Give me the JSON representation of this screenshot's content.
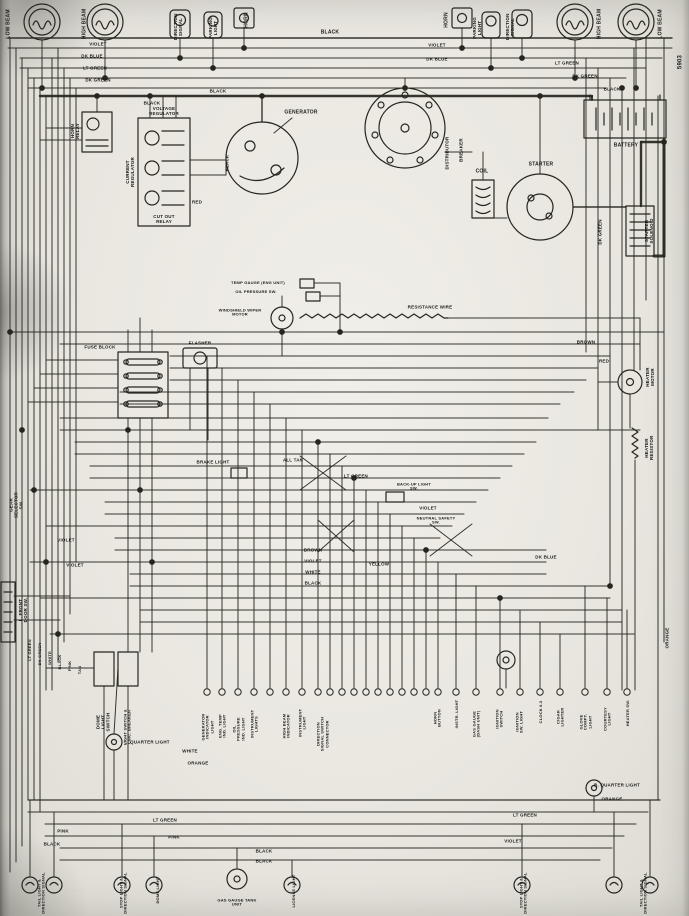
{
  "colors": {
    "paper": "#e9e7e0",
    "ink": "#26261f"
  },
  "diagram": {
    "labels": {
      "low_beam_left": "LOW BEAM",
      "high_beam_left": "HIGH BEAM",
      "direction_signal_left": "DIRECTION SIGNAL",
      "parking_light_left": "PARKING LIGHT",
      "horn_left": "HORN",
      "horn_right": "HORN",
      "parking_light_right": "PARKING LIGHT",
      "direction_signal_right": "DIRECTION SIGNAL",
      "high_beam_right": "HIGH BEAM",
      "low_beam_right": "LOW BEAM",
      "sheet_number": "5903",
      "wire_black_top": "BLACK",
      "wire_violet_top_right": "VIOLET",
      "wire_dk_blue_top_right": "DK BLUE",
      "wire_lt_green_top_right": "LT GREEN",
      "wire_dk_green_top_right": "DK GREEN",
      "wire_violet_top_left": "VIOLET",
      "wire_dk_blue_top_left": "DK BLUE",
      "wire_lt_green_top_left": "LT GREEN",
      "wire_dk_green_top_left": "DK GREEN",
      "wire_black_left": "BLACK",
      "wire_black_right": "BLACK",
      "wire_black_regulator": "BLACK",
      "horn_relay": "HORN RELAY",
      "voltage_regulator": "VOLTAGE REGULATOR",
      "current_regulator": "CURRENT REGULATOR",
      "cutout_relay": "CUT OUT RELAY",
      "wire_red_regulator": "RED",
      "generator": "GENERATOR",
      "wire_black_generator": "BLACK",
      "battery": "BATTERY",
      "distributor": "DISTRIBUTOR",
      "breaker": "BREAKER",
      "coil": "COIL",
      "starter": "STARTER",
      "starter_solenoid": "STARTER SOLENOID",
      "wire_dk_green_right": "DK GREEN",
      "temp_gauge_unit": "TEMP GAUGE (ENG UNIT)",
      "oil_pressure_sw": "OIL PRESSURE SW.",
      "windshield_wiper_motor": "WINDSHIELD WIPER MOTOR",
      "resistance_wire": "RESISTANCE WIRE",
      "wire_brown_right": "BROWN",
      "wire_red_right": "RED",
      "heater_motor": "HEATER MOTOR",
      "heater_resistor": "HEATER RESISTOR",
      "fuse_block": "FUSE BLOCK",
      "flasher": "FLASHER",
      "brake_light": "BRAKE LIGHT",
      "all_tan": "ALL TAN",
      "wire_lt_green_mid": "LT GREEN",
      "backup_light_sw": "BACK-UP LIGHT SW.",
      "wire_violet_mid": "VIOLET",
      "neutral_safety_sw": "NEUTRAL SAFETY SW.",
      "wire_violet_left1": "VIOLET",
      "wire_violet_left2": "VIOLET",
      "gear_selector_sw": "GEAR SELECTOR SW.",
      "l_front_door_sw": "L. FRONT DOOR SW.",
      "wire_brown_center": "BROWN",
      "wire_violet_center": "VIOLET",
      "wire_white_center": "WHITE",
      "wire_black_center": "BLACK",
      "wire_yellow_center": "YELLOW",
      "wire_dk_blue_center": "DK BLUE",
      "wire_lt_green_lower_left": "LT GREEN",
      "wire_dk_green_lower_left": "DK GREEN",
      "wire_white_lower_left": "WHITE",
      "wire_black_lower_left": "BLACK",
      "wire_pink_lower_left": "PINK",
      "wire_tan_lower_left": "TAN",
      "dome_light_switch": "DOME LIGHT SWITCH",
      "light_switch_breaker": "LIGHT SWITCH & CIRC. BREAKER",
      "l_quarter_light": "L. QUARTER LIGHT",
      "wire_white_quarter": "WHITE",
      "wire_orange_quarter": "ORANGE",
      "gen_indicator_light": "GENERATOR INDICATOR LIGHT",
      "eng_temp_ind_light": "ENG. TEMP IND. LIGHT",
      "oil_pressure_ind_light": "OIL PRESSURE IND. LIGHT",
      "instrument_lights": "INSTRUMENT LIGHTS",
      "high_beam_indicator": "HIGH BEAM INDICATOR",
      "instrument_light": "INSTRUMENT LIGHT",
      "direction_signal_connector": "DIRECTION SIGNAL SWITCH CONNECTOR",
      "horn_button": "HORN BUTTON",
      "instr_light": "INSTR. LIGHT",
      "gas_gauge_dash_unit": "GAS GAUGE (DASH UNIT)",
      "ignition_switch": "IGNITION SWITCH",
      "ignition_sw_light": "IGNITION SW. LIGHT",
      "clock": "CLOCK 6.3",
      "cigar_lighter": "CIGAR LIGHTER",
      "glove_compt_light": "GLOVE COMPT. LIGHT",
      "courtesy_light": "COURTESY LIGHT",
      "heater_sw": "HEATER SW.",
      "r_quarter_light": "R. QUARTER LIGHT",
      "wire_orange_rq": "ORANGE",
      "wire_orange_right_edge": "ORANGE",
      "wire_lt_green_bottom1": "LT GREEN",
      "wire_pink_bottom1": "PINK",
      "wire_black_bottom1": "BLACK",
      "wire_pink_bottom2": "PINK",
      "wire_black_bottom2": "BLACK",
      "wire_black_bottom3": "BLACK",
      "wire_violet_bottom": "VIOLET",
      "wire_lt_green_bottom2": "LT GREEN",
      "tail_dir_signal_left": "TAIL LIGHT & DIRECTION SIGNAL",
      "stop_dir_signal_left": "STOP LIGHT & DIRECTION SIGNAL",
      "dome_light": "DOME LIGHT",
      "gas_gauge_tank_unit": "GAS GAUGE TANK UNIT",
      "license_light": "LICENSE LIGHT",
      "stop_dir_signal_right": "STOP LIGHT & DIRECTION SIGNAL",
      "tail_dir_signal_right": "TAIL LIGHT & DIRECTION SIGNAL"
    }
  }
}
